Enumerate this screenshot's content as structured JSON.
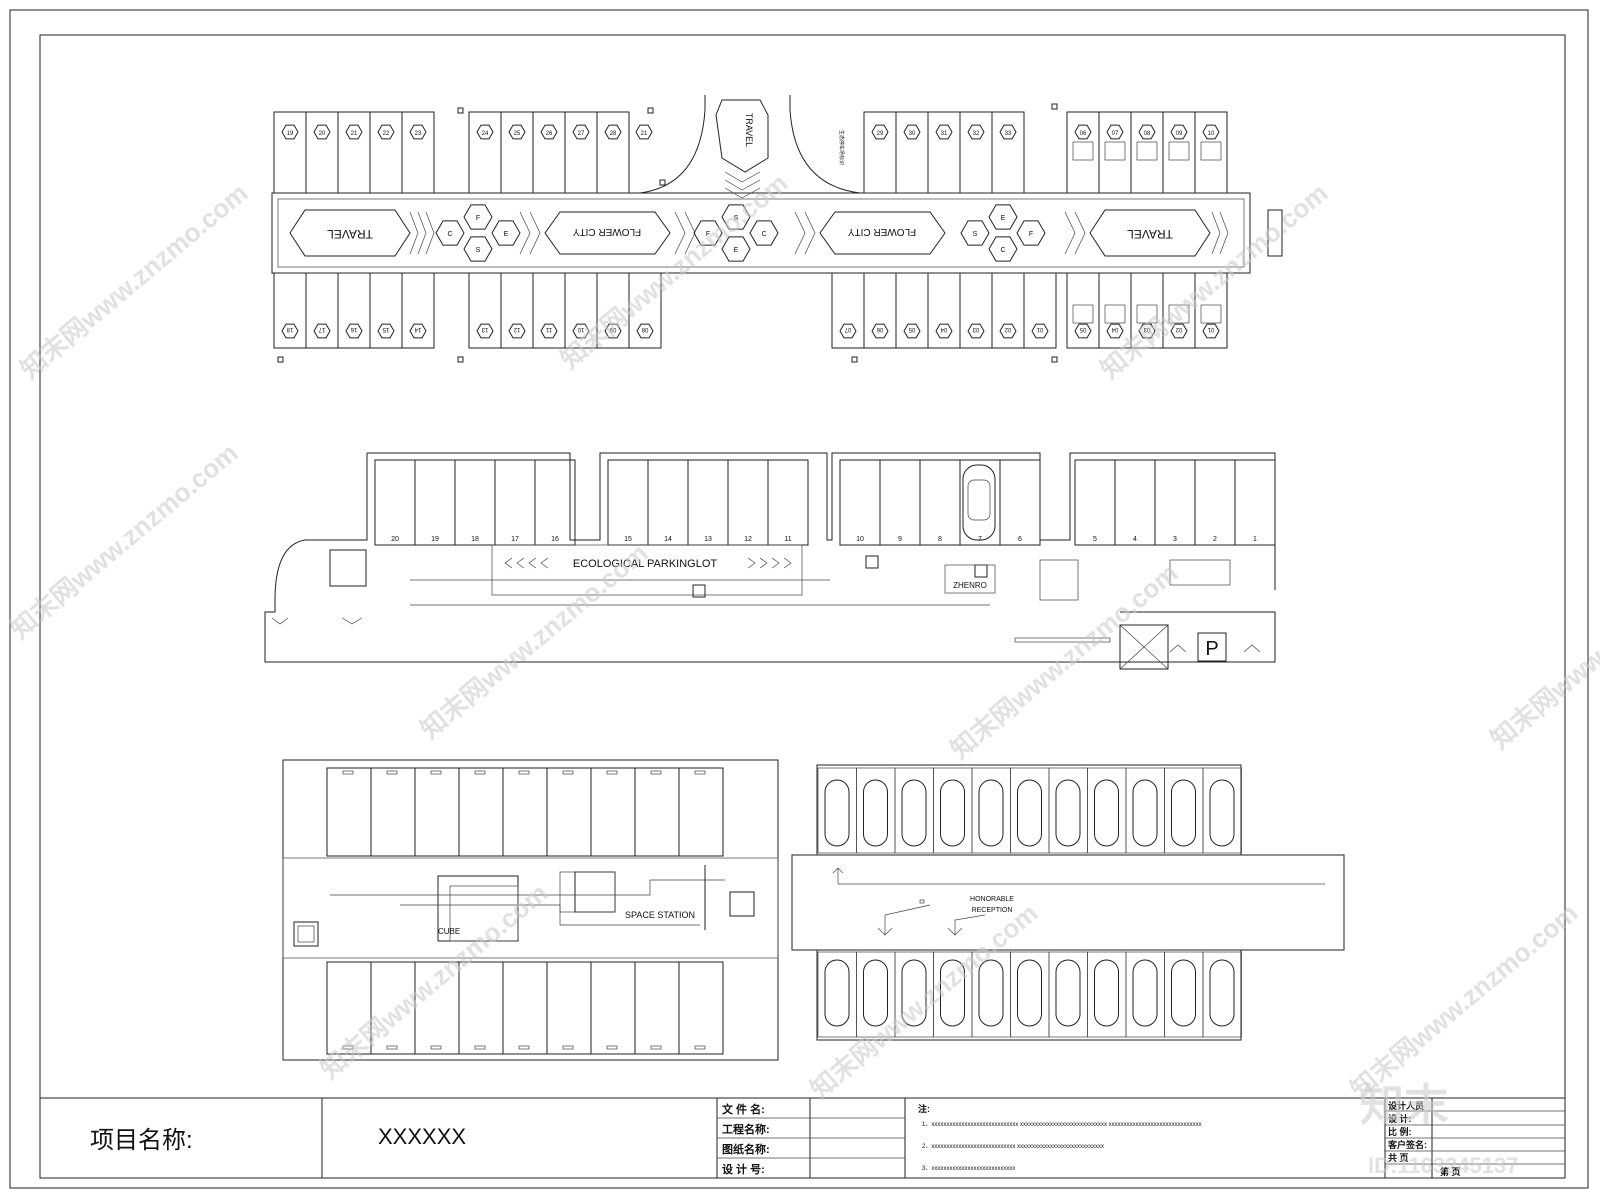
{
  "drawing": {
    "plan1": {
      "travel_label": "TRAVEL",
      "flower_city_label": "FLOWER CITY",
      "hex_letters": [
        "C",
        "F",
        "S",
        "E"
      ],
      "top_left_numbers": [
        "19",
        "20",
        "21",
        "22",
        "23",
        "24",
        "25",
        "26",
        "27",
        "28",
        "21"
      ],
      "top_right_numbers": [
        "29",
        "30",
        "31",
        "32",
        "33",
        "06",
        "07",
        "08",
        "09",
        "10"
      ],
      "bottom_left_numbers": [
        "18",
        "17",
        "16",
        "15",
        "14",
        "13",
        "12",
        "11",
        "10",
        "09",
        "08"
      ],
      "bottom_right_numbers": [
        "07",
        "06",
        "05",
        "04",
        "03",
        "02",
        "01",
        "05",
        "04",
        "03",
        "02",
        "01"
      ],
      "small_vertical_text": "生态停车场标识"
    },
    "plan2": {
      "stall_numbers": [
        "20",
        "19",
        "18",
        "17",
        "16",
        "15",
        "14",
        "13",
        "12",
        "11",
        "10",
        "9",
        "8",
        "7",
        "6",
        "5",
        "4",
        "3",
        "2",
        "1"
      ],
      "banner": "ECOLOGICAL PARKINGLOT",
      "brand": "ZHENRO",
      "parking_sign": "P"
    },
    "plan3": {
      "labels": [
        "CUBE",
        "SPACE STATION"
      ]
    },
    "plan4": {
      "label_line1": "HONORABLE",
      "label_line2": "RECEPTION"
    }
  },
  "title_block": {
    "project_label": "项目名称:",
    "project_value": "XXXXXX",
    "fields": [
      "文 件 名:",
      "工程名称:",
      "图纸名称:",
      "设 计 号:"
    ],
    "notes_title": "注:",
    "notes": [
      "1、xxxxxxxxxxxxxxxxxxxxxxxxxxxxx    xxxxxxxxxxxxxxxxxxxxxxxxxxxxx    xxxxxxxxxxxxxxxxxxxxxxxxxxxxxxx",
      "2、xxxxxxxxxxxxxxxxxxxxxxxxxxxx    xxxxxxxxxxxxxxxxxxxxxxxxxxxxx",
      "3、xxxxxxxxxxxxxxxxxxxxxxxxxxxx"
    ],
    "right_fields": [
      "设计人员",
      "设   计:",
      "比   例:",
      "客户签名:",
      "共     页",
      "第     页"
    ]
  },
  "watermark": {
    "brand": "知末",
    "text": "知末网www.znzmo.com",
    "id": "ID:1163245137"
  }
}
